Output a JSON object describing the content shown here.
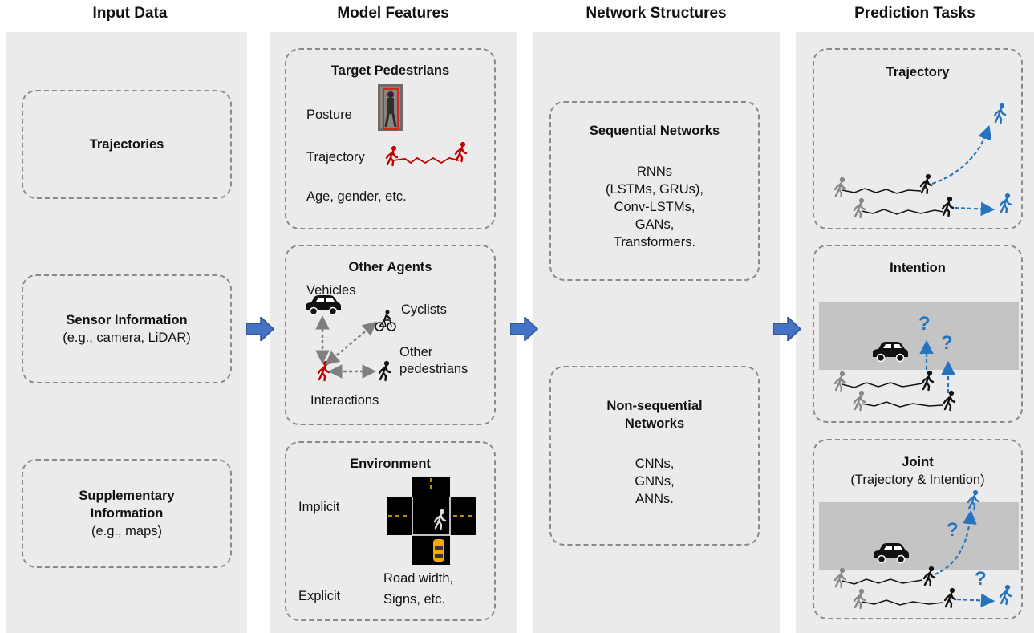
{
  "columns": {
    "input": "Input Data",
    "features": "Model Features",
    "networks": "Network Structures",
    "tasks": "Prediction Tasks"
  },
  "input_data": {
    "trajectories": "Trajectories",
    "sensor_title": "Sensor Information",
    "sensor_sub": "(e.g., camera, LiDAR)",
    "supp_title_1": "Supplementary",
    "supp_title_2": "Information",
    "supp_sub": "(e.g., maps)"
  },
  "features": {
    "target_title": "Target Pedestrians",
    "posture": "Posture",
    "trajectory": "Trajectory",
    "age": "Age, gender, etc.",
    "agents_title": "Other Agents",
    "vehicles": "Vehicles",
    "cyclists": "Cyclists",
    "other_1": "Other",
    "other_2": "pedestrians",
    "interactions": "Interactions",
    "env_title": "Environment",
    "implicit": "Implicit",
    "explicit": "Explicit",
    "road_1": "Road width,",
    "road_2": "Signs, etc."
  },
  "networks": {
    "seq_title": "Sequential Networks",
    "seq_lines": [
      "RNNs",
      "(LSTMs, GRUs),",
      "Conv-LSTMs,",
      "GANs,",
      "Transformers."
    ],
    "nonseq_title_1": "Non-sequential",
    "nonseq_title_2": "Networks",
    "nonseq_lines": [
      "CNNs,",
      "GNNs,",
      "ANNs."
    ]
  },
  "tasks": {
    "trajectory": "Trajectory",
    "intention": "Intention",
    "joint": "Joint",
    "joint_sub": "(Trajectory & Intention)",
    "question": "?"
  },
  "colors": {
    "column_bg": "#ebebeb",
    "dash_border": "#8a8a8a",
    "arrow_blue": "#4472c4",
    "predict_blue": "#2574bf",
    "target_red": "#c00000",
    "road_gray": "#c4c4c4"
  }
}
